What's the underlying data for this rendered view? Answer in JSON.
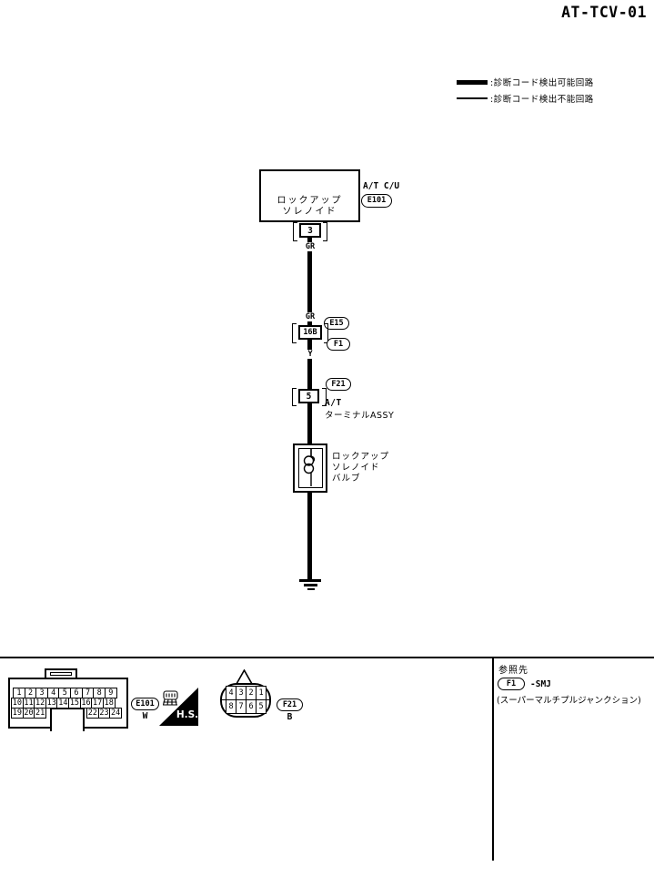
{
  "title": "AT-TCV-01",
  "colors": {
    "ink": "#000000",
    "paper": "#ffffff"
  },
  "legend": {
    "detectable": ":診断コード検出可能回路",
    "undetectable": ":診断コード検出不能回路"
  },
  "circuit": {
    "atcu_box_line1": "ロックアップ",
    "atcu_box_line2": "ソレノイド",
    "atcu_unit": "A/T C/U",
    "atcu_connector": "E101",
    "pin_top": "3",
    "wire_color_top": "GR",
    "wire_color_mid": "GR",
    "smj_pin": "16B",
    "smj_oval_top": "E15",
    "smj_oval_bottom": "F1",
    "wire_color_low": "Y",
    "terminal_oval": "F21",
    "pin_mid": "5",
    "terminal_line1": "A/T",
    "terminal_line2": "ターミナルASSY",
    "valve_line1": "ロックアップ",
    "valve_line2": "ソレノイド",
    "valve_line3": "バルブ"
  },
  "footer": {
    "e101": {
      "row1": [
        "1",
        "2",
        "3",
        "4",
        "5",
        "6",
        "7",
        "8",
        "9"
      ],
      "row2": [
        "10",
        "11",
        "12",
        "13",
        "14",
        "15",
        "16",
        "17",
        "18"
      ],
      "row3l": [
        "19",
        "20",
        "21"
      ],
      "row3r": [
        "22",
        "23",
        "24"
      ],
      "label": "E101",
      "color": "W"
    },
    "hs": "H.S.",
    "f21": {
      "row1": [
        "4",
        "3",
        "2",
        "1"
      ],
      "row2": [
        "8",
        "7",
        "6",
        "5"
      ],
      "label": "F21",
      "color": "B"
    },
    "reference": {
      "heading": "参照先",
      "oval": "F1",
      "suffix": "-SMJ",
      "note": "(スーパーマルチプルジャンクション)"
    }
  }
}
